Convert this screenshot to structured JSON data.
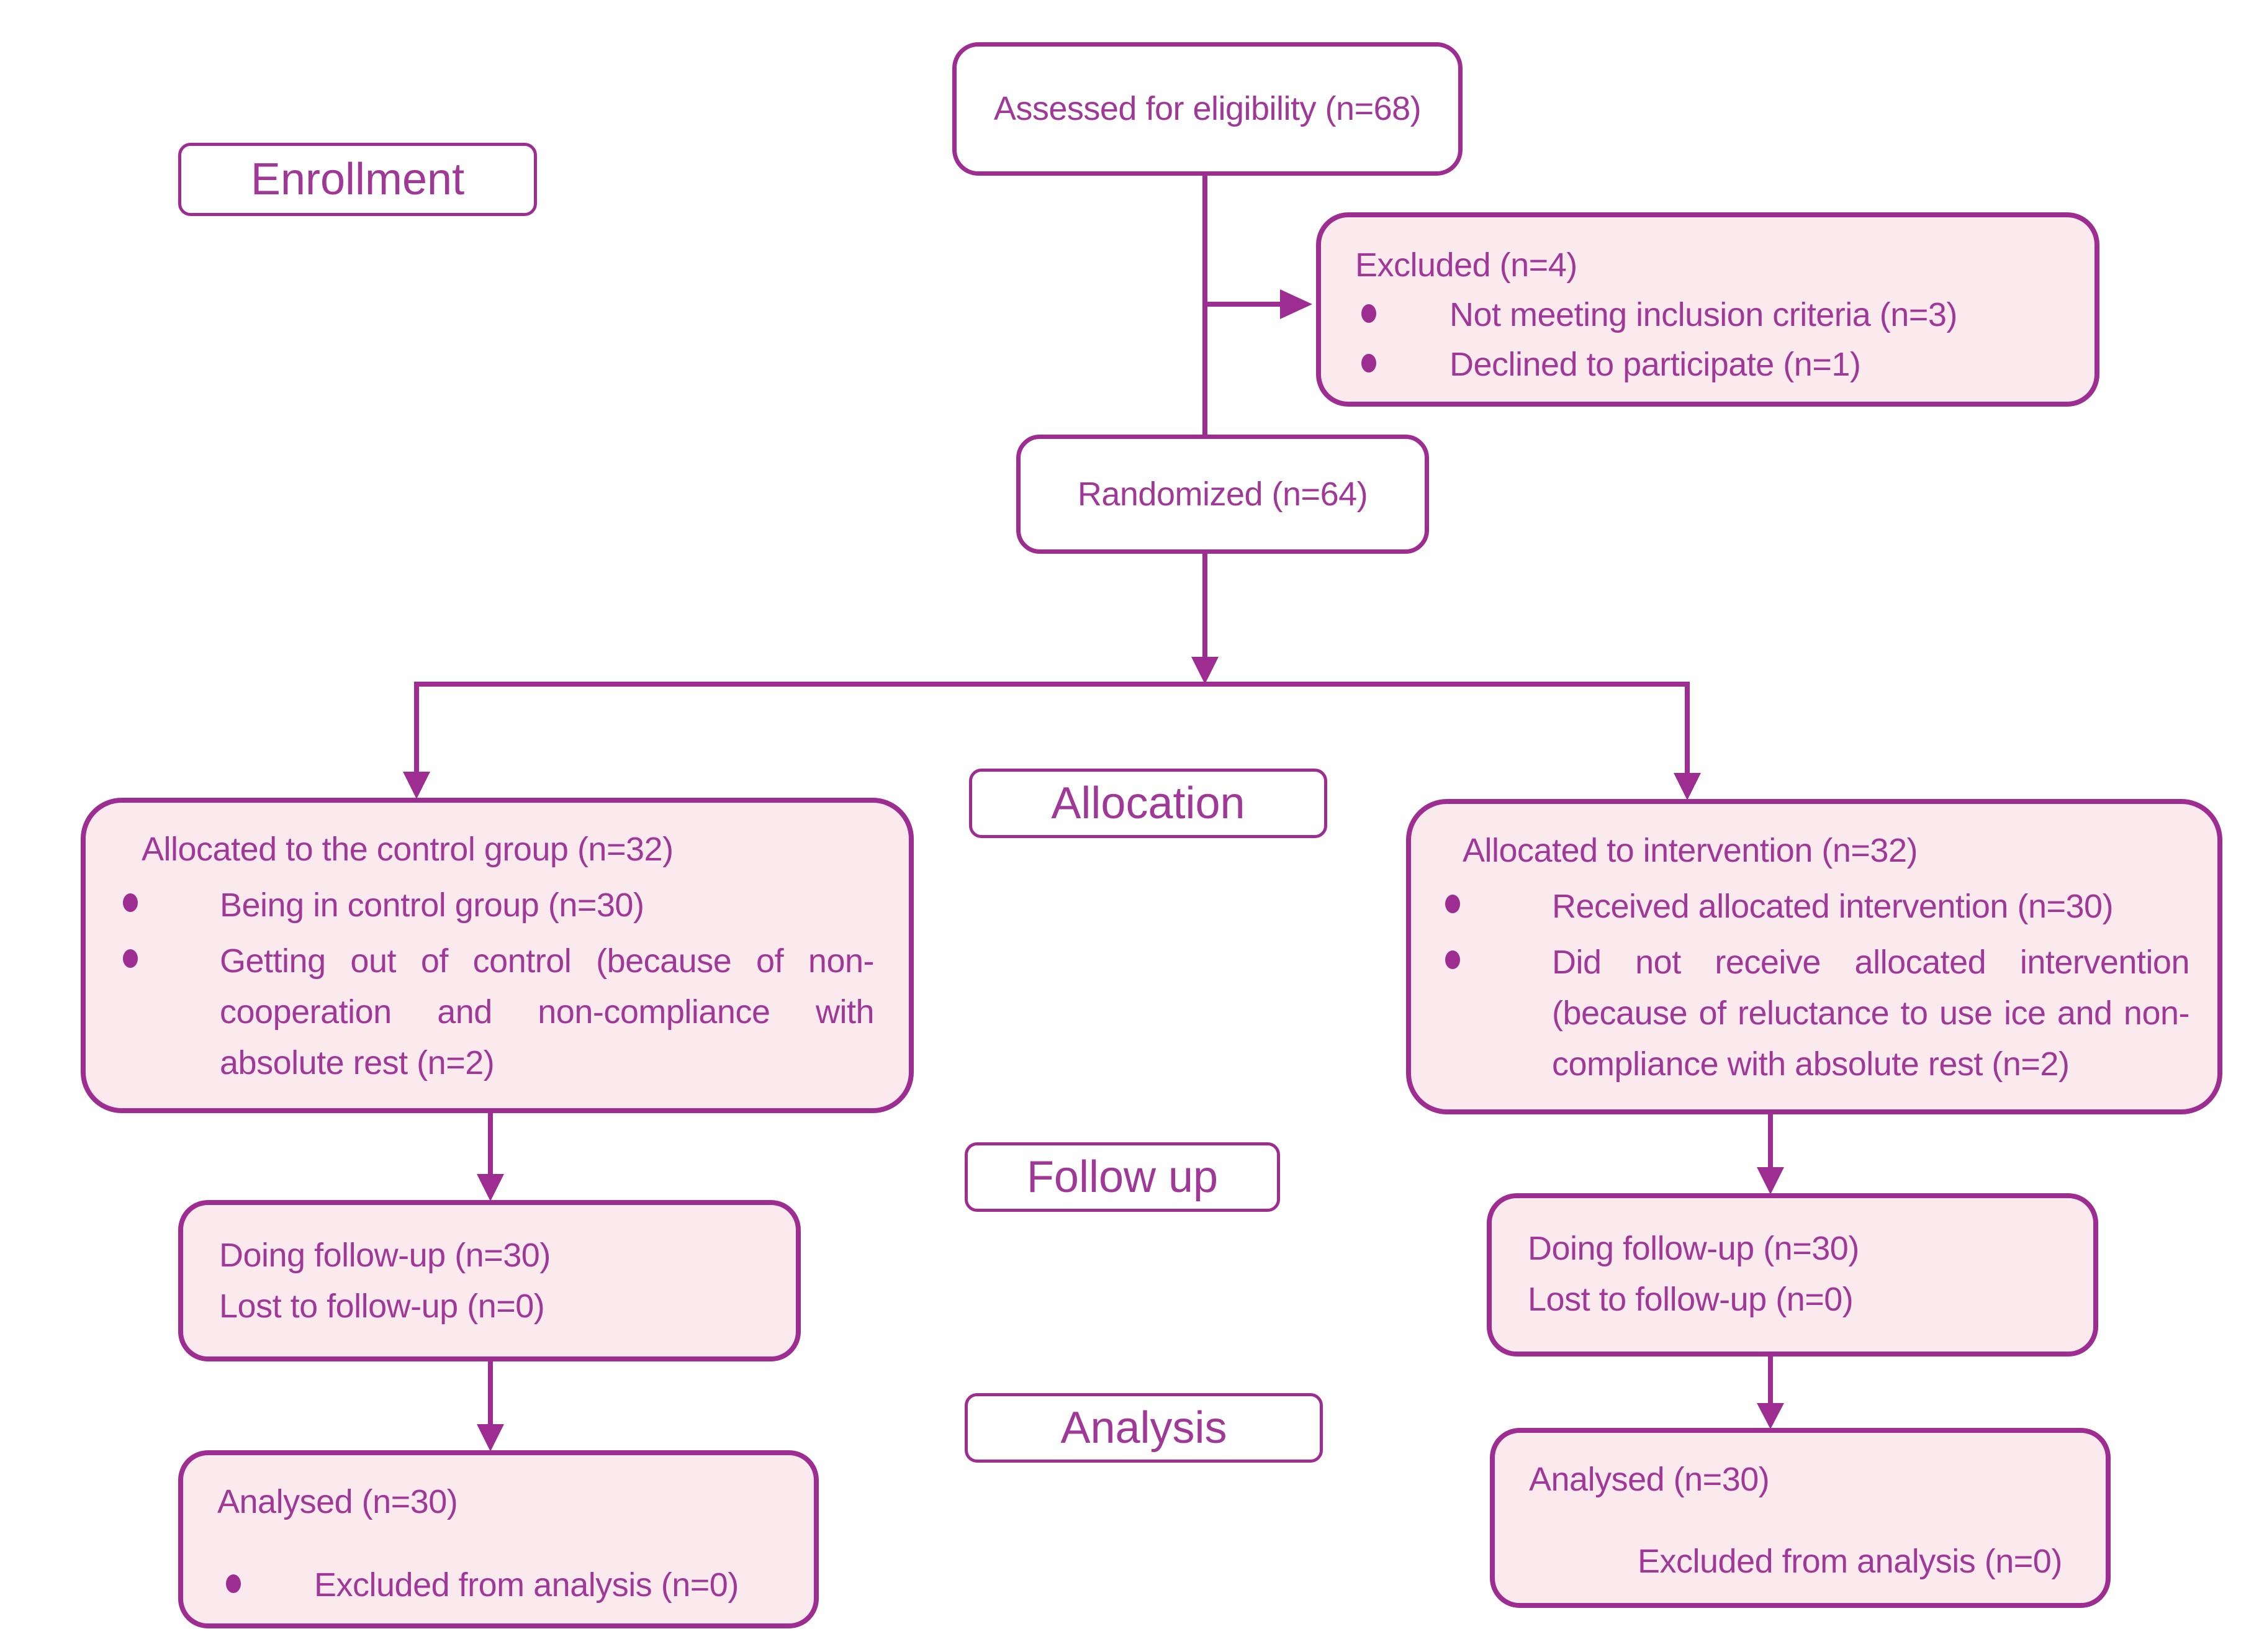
{
  "palette": {
    "line": "#9d2d90",
    "text": "#a03897",
    "box_fill_pink": "#fbeaed",
    "box_fill_white": "#ffffff"
  },
  "stages": {
    "enrollment": "Enrollment",
    "allocation": "Allocation",
    "follow_up": "Follow up",
    "analysis": "Analysis"
  },
  "boxes": {
    "assessed": {
      "text": "Assessed for eligibility (n=68)"
    },
    "excluded": {
      "title": "Excluded (n=4)",
      "items": [
        "Not meeting inclusion criteria (n=3)",
        "Declined to participate (n=1)"
      ]
    },
    "randomized": {
      "text": "Randomized (n=64)"
    },
    "control_allocation": {
      "title": "Allocated to the control group (n=32)",
      "items": [
        "Being in control group (n=30)",
        "Getting out of control (because of non-cooperation and non-compliance with absolute rest (n=2)"
      ]
    },
    "intervention_allocation": {
      "title": "Allocated to intervention (n=32)",
      "items": [
        "Received allocated intervention (n=30)",
        "Did not receive allocated intervention (because of reluctance to use ice and non-compliance with absolute rest (n=2)"
      ]
    },
    "control_follow_up": {
      "lines": [
        "Doing follow-up (n=30)",
        "Lost to follow-up (n=0)"
      ]
    },
    "intervention_follow_up": {
      "lines": [
        "Doing follow-up (n=30)",
        "Lost to follow-up (n=0)"
      ]
    },
    "control_analysis": {
      "title": "Analysed (n=30)",
      "items": [
        "Excluded from analysis (n=0)"
      ]
    },
    "intervention_analysis": {
      "title": "Analysed (n=30)",
      "items": [
        "Excluded from analysis (n=0)"
      ]
    }
  }
}
